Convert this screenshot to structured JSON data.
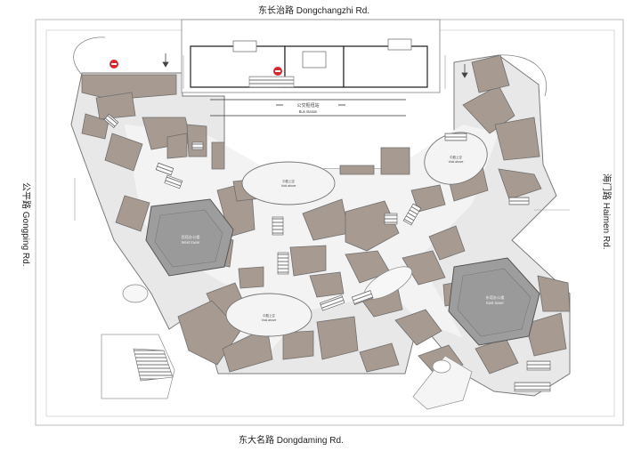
{
  "roads": {
    "north": "东长治路 Dongchangzhi Rd.",
    "south": "东大名路 Dongdaming Rd.",
    "west": "公平路 Gongping Rd.",
    "east": "海门路 Haimen Rd."
  },
  "bus_station": {
    "zh": "公交枢纽站",
    "en": "Bus station"
  },
  "towers": {
    "west": {
      "zh": "西塔办公楼",
      "en": "West tower"
    },
    "east": {
      "zh": "东塔办公楼",
      "en": "East tower"
    }
  },
  "atriums": {
    "north": {
      "zh": "中庭上空",
      "en": "Void above"
    },
    "northeast": {
      "zh": "中庭上空",
      "en": "Void above"
    },
    "south": {
      "zh": "中庭上空",
      "en": "Void above"
    }
  },
  "colors": {
    "background": "#ffffff",
    "site": "#e6e6e6",
    "plaza": "#f2f2f2",
    "shop": "#a79a90",
    "tower": "#9d9d9d",
    "outline": "#6f6f6f",
    "no_entry": "#d7282f"
  },
  "icons": [
    "no-entry-icon",
    "escalator-icon",
    "direction-arrow-icon"
  ]
}
